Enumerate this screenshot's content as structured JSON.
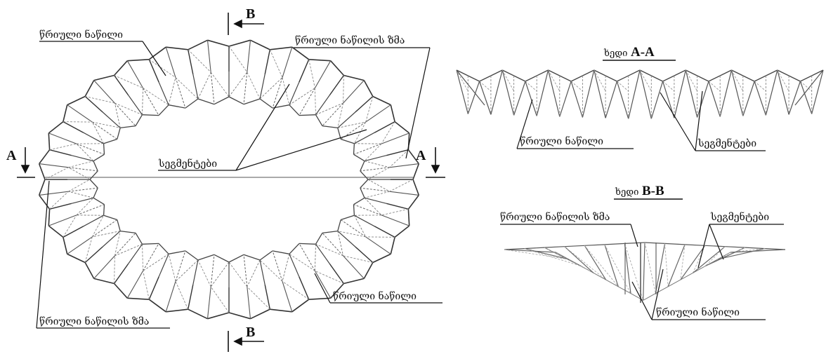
{
  "labels": {
    "circular_part": "წრიული ნაწილი",
    "circular_part_edge": "წრიული ნაწილის ზმა",
    "segments": "სეგმენტები"
  },
  "sections": {
    "A": "A",
    "B": "B"
  },
  "views": {
    "prefix": "ხედი",
    "aa": "A-A",
    "bb": "B-B"
  }
}
